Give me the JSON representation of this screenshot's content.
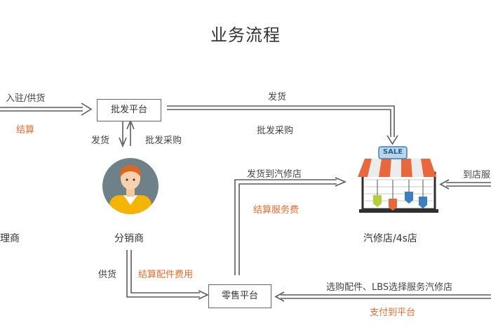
{
  "title": "业务流程",
  "nodes": {
    "wholesale": "批发平台",
    "retail": "零售平台",
    "distributor": "分销商",
    "repair_shop": "汽修店/4s店",
    "left_cut": "理商",
    "sale_sign": "SALE"
  },
  "edges": {
    "supply_in": "入驻/供货",
    "settle": "结算",
    "ship_top": "发货",
    "wholesale_buy_top": "批发采购",
    "ship_down": "发货",
    "wholesale_buy_up": "批发采购",
    "ship_to_shop": "发货到汽修店",
    "settle_service": "结算服务费",
    "to_store_service": "到店服",
    "supply": "供货",
    "settle_parts": "结算配件费用",
    "select_parts": "选购配件、LBS选择服务汽修店",
    "pay_platform": "支付到平台"
  },
  "colors": {
    "arrow": "#5b5b5b",
    "accent": "#ec6b2d",
    "avatar_bg": "#6e8088",
    "awning_orange": "#e9683b",
    "shop_blue": "#3b7fc1"
  }
}
